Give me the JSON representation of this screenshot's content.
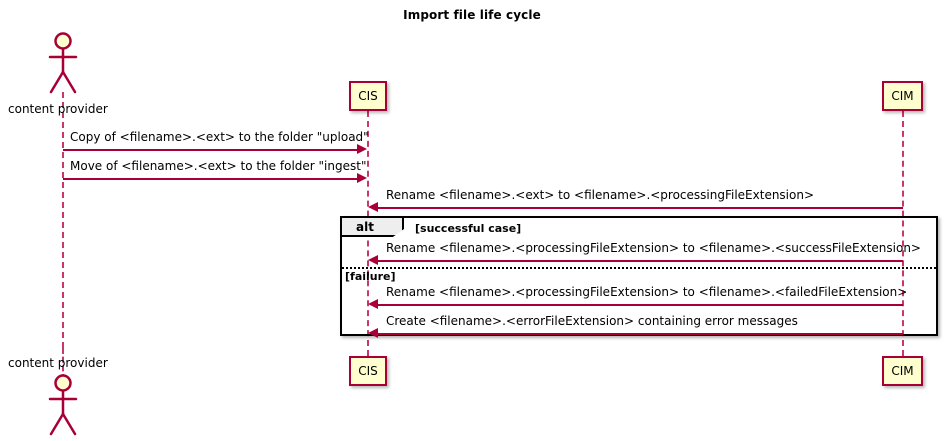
{
  "diagram": {
    "title": "Import file life cycle",
    "type": "uml-sequence-diagram",
    "colors": {
      "accent": "#A80036",
      "lifeline": "#C9386B",
      "participant_fill": "#FEFECE",
      "frame_border": "#000000",
      "frame_tab_fill": "#EEEEEE",
      "actor_head_fill": "#FEFECE",
      "background": "#FFFFFF"
    }
  },
  "participants": {
    "actor": {
      "label_top": "content provider",
      "label_bottom": "content provider",
      "icon": "actor-stick-figure"
    },
    "cis": {
      "label_top": "CIS",
      "label_bottom": "CIS"
    },
    "cim": {
      "label_top": "CIM",
      "label_bottom": "CIM"
    }
  },
  "messages": [
    {
      "id": "m1",
      "text": "Copy of <filename>.<ext> to the folder \"upload\"",
      "from": "content provider",
      "to": "CIS",
      "direction": "right"
    },
    {
      "id": "m2",
      "text": "Move of <filename>.<ext> to the folder \"ingest\"",
      "from": "content provider",
      "to": "CIS",
      "direction": "right"
    },
    {
      "id": "m3",
      "text": "Rename <filename>.<ext> to <filename>.<processingFileExtension>",
      "from": "CIM",
      "to": "CIS",
      "direction": "left"
    }
  ],
  "fragment": {
    "operator": "alt",
    "guard_1": "[successful case]",
    "guard_2": "[failure]",
    "messages_1": [
      {
        "id": "m4",
        "text": "Rename <filename>.<processingFileExtension> to <filename>.<successFileExtension>",
        "from": "CIM",
        "to": "CIS",
        "direction": "left"
      }
    ],
    "messages_2": [
      {
        "id": "m5",
        "text": "Rename <filename>.<processingFileExtension> to <filename>.<failedFileExtension>",
        "from": "CIM",
        "to": "CIS",
        "direction": "left"
      },
      {
        "id": "m6",
        "text": "Create <filename>.<errorFileExtension> containing error messages",
        "from": "CIM",
        "to": "CIS",
        "direction": "left"
      }
    ]
  }
}
